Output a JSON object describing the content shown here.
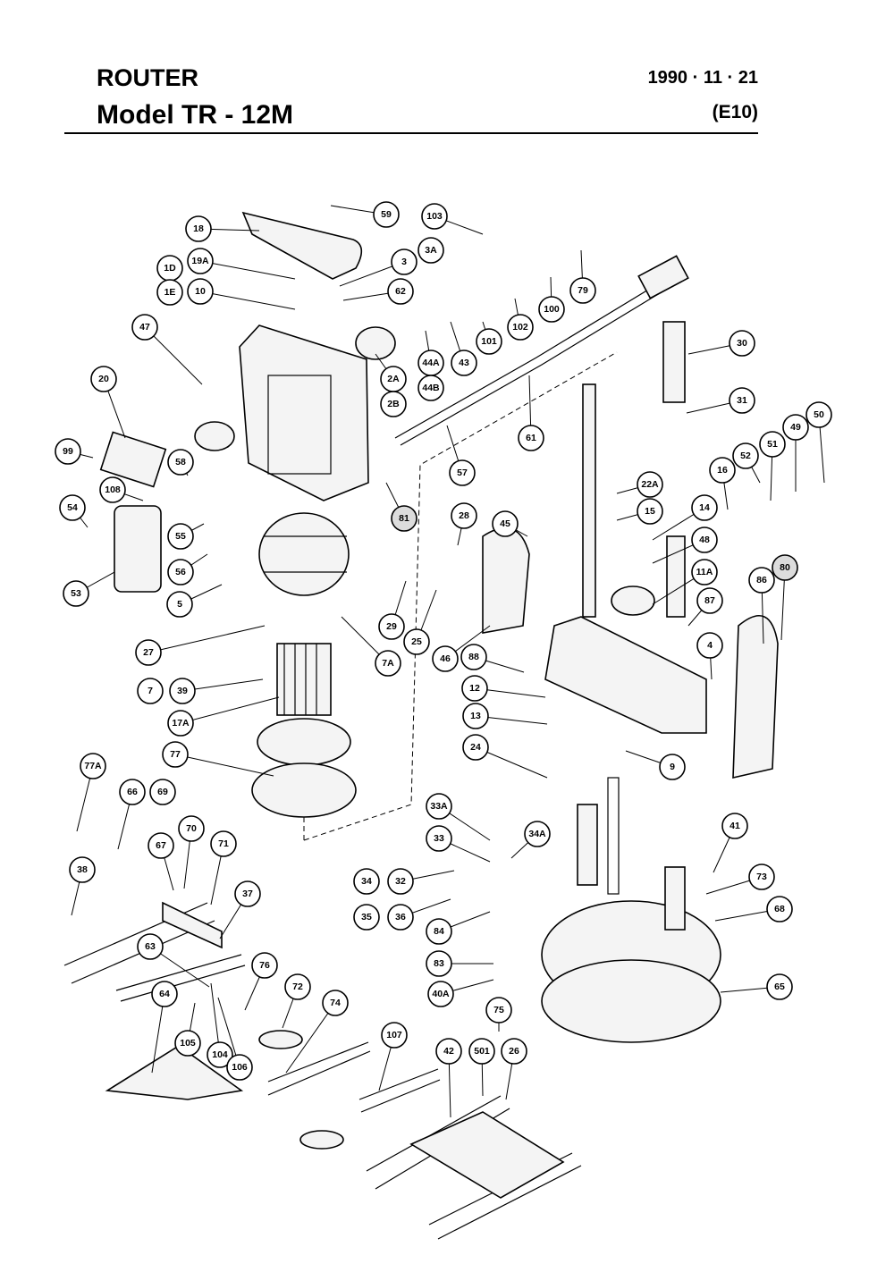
{
  "header": {
    "title": "ROUTER",
    "model": "Model  TR - 12M",
    "date": "1990 · 11 · 21",
    "code": "(E10)"
  },
  "callouts": [
    "59",
    "103",
    "18",
    "3",
    "3A",
    "1D",
    "19A",
    "1E",
    "10",
    "62",
    "47",
    "2A",
    "2B",
    "44A",
    "44B",
    "43",
    "101",
    "102",
    "100",
    "79",
    "30",
    "31",
    "20",
    "61",
    "57",
    "81",
    "99",
    "58",
    "108",
    "54",
    "55",
    "56",
    "53",
    "5",
    "28",
    "45",
    "22A",
    "15",
    "14",
    "48",
    "52",
    "51",
    "49",
    "50",
    "16",
    "11A",
    "87",
    "86",
    "80",
    "27",
    "29",
    "25",
    "46",
    "88",
    "4",
    "7A",
    "7",
    "39",
    "12",
    "13",
    "24",
    "9",
    "17A",
    "77",
    "77A",
    "66",
    "69",
    "70",
    "67",
    "71",
    "38",
    "37",
    "33A",
    "33",
    "34A",
    "34",
    "32",
    "35",
    "36",
    "84",
    "83",
    "40A",
    "41",
    "73",
    "68",
    "65",
    "63",
    "76",
    "72",
    "74",
    "75",
    "64",
    "105",
    "104",
    "106",
    "107",
    "42",
    "501",
    "26"
  ],
  "highlighted": [
    "81",
    "80"
  ]
}
